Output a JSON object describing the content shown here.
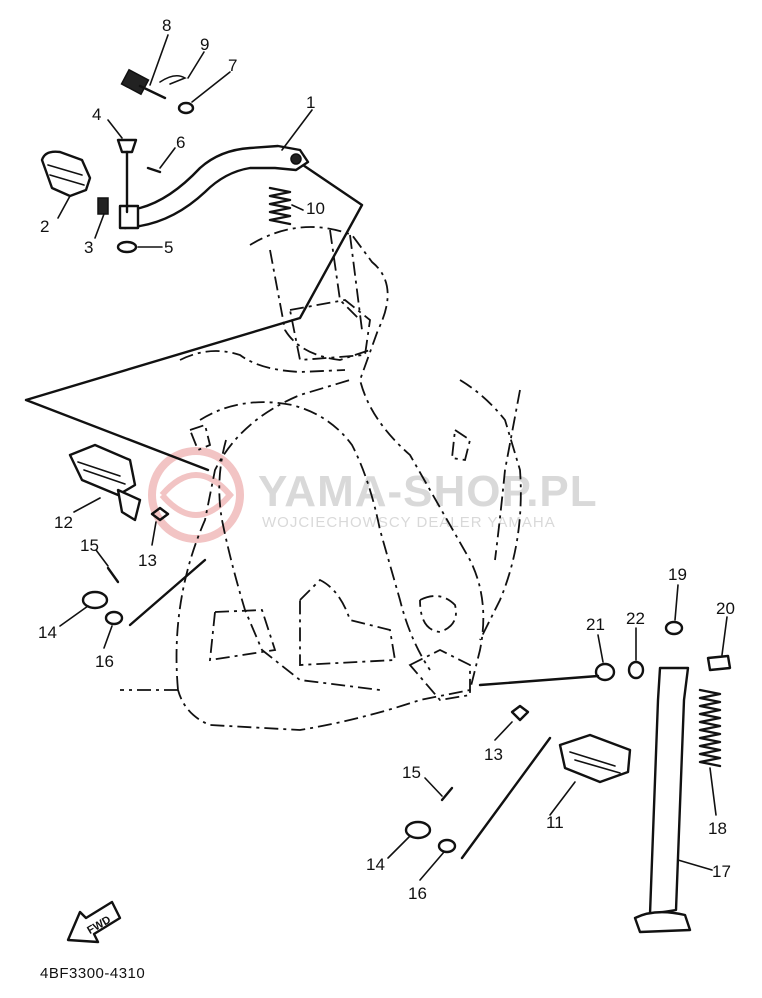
{
  "diagram": {
    "code": "4BF3300-4310",
    "fwd_label": "FWD",
    "watermark": {
      "title": "YAMA-SHOP.PL",
      "subtitle": "WOJCIECHOWSCY DEALER YAMAHA"
    },
    "callouts": {
      "c1": "1",
      "c2": "2",
      "c3": "3",
      "c4": "4",
      "c5": "5",
      "c6": "6",
      "c7": "7",
      "c8": "8",
      "c9": "9",
      "c10": "10",
      "c11": "11",
      "c12": "12",
      "c13a": "13",
      "c13b": "13",
      "c14a": "14",
      "c14b": "14",
      "c15a": "15",
      "c15b": "15",
      "c16a": "16",
      "c16b": "16",
      "c17": "17",
      "c18": "18",
      "c19": "19",
      "c20": "20",
      "c21": "21",
      "c22": "22"
    },
    "colors": {
      "ink": "#111111",
      "watermark": "#d9d9d9",
      "watermark_logo": "#f2c4c4"
    }
  }
}
